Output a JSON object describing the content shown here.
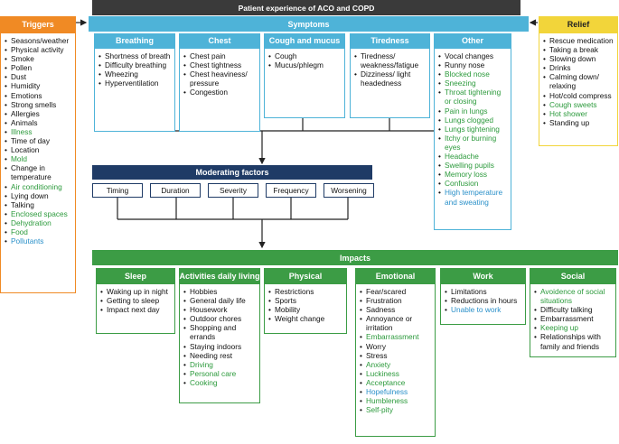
{
  "title": "Patient experience of ACO and COPD",
  "triggers": {
    "header": "Triggers",
    "items": [
      {
        "t": "Seasons/weather",
        "c": ""
      },
      {
        "t": "Physical activity",
        "c": ""
      },
      {
        "t": "Smoke",
        "c": ""
      },
      {
        "t": "Pollen",
        "c": ""
      },
      {
        "t": "Dust",
        "c": ""
      },
      {
        "t": "Humidity",
        "c": ""
      },
      {
        "t": "Emotions",
        "c": ""
      },
      {
        "t": "Strong smells",
        "c": ""
      },
      {
        "t": "Allergies",
        "c": ""
      },
      {
        "t": "Animals",
        "c": ""
      },
      {
        "t": "Illness",
        "c": "g"
      },
      {
        "t": "Time of day",
        "c": ""
      },
      {
        "t": "Location",
        "c": ""
      },
      {
        "t": "Mold",
        "c": "g"
      },
      {
        "t": "Change in temperature",
        "c": ""
      },
      {
        "t": "Air conditioning",
        "c": "g"
      },
      {
        "t": "Lying down",
        "c": ""
      },
      {
        "t": "Talking",
        "c": ""
      },
      {
        "t": "Enclosed spaces",
        "c": "g"
      },
      {
        "t": "Dehydration",
        "c": "g"
      },
      {
        "t": "Food",
        "c": "g"
      },
      {
        "t": "Pollutants",
        "c": "b"
      }
    ]
  },
  "symptoms": {
    "header": "Symptoms",
    "groups": [
      {
        "header": "Breathing",
        "items": [
          {
            "t": "Shortness of breath",
            "c": ""
          },
          {
            "t": "Difficulty breathing",
            "c": ""
          },
          {
            "t": "Wheezing",
            "c": ""
          },
          {
            "t": "Hyperventilation",
            "c": ""
          }
        ]
      },
      {
        "header": "Chest",
        "items": [
          {
            "t": "Chest pain",
            "c": ""
          },
          {
            "t": "Chest tightness",
            "c": ""
          },
          {
            "t": "Chest heaviness/ pressure",
            "c": ""
          },
          {
            "t": "Congestion",
            "c": ""
          }
        ]
      },
      {
        "header": "Cough and mucus",
        "items": [
          {
            "t": "Cough",
            "c": ""
          },
          {
            "t": "Mucus/phlegm",
            "c": ""
          }
        ]
      },
      {
        "header": "Tiredness",
        "items": [
          {
            "t": "Tiredness/ weakness/fatigue",
            "c": ""
          },
          {
            "t": "Dizziness/ light headedness",
            "c": ""
          }
        ]
      },
      {
        "header": "Other",
        "items": [
          {
            "t": "Vocal changes",
            "c": ""
          },
          {
            "t": "Runny nose",
            "c": ""
          },
          {
            "t": "Blocked nose",
            "c": "g"
          },
          {
            "t": "Sneezing",
            "c": "g"
          },
          {
            "t": "Throat tightening or closing",
            "c": "g"
          },
          {
            "t": "Pain in lungs",
            "c": "g"
          },
          {
            "t": "Lungs clogged",
            "c": "g"
          },
          {
            "t": "Lungs tightening",
            "c": "g"
          },
          {
            "t": "Itchy or burning eyes",
            "c": "g"
          },
          {
            "t": "Headache",
            "c": "g"
          },
          {
            "t": "Swelling pupils",
            "c": "g"
          },
          {
            "t": "Memory loss",
            "c": "g"
          },
          {
            "t": "Confusion",
            "c": "g"
          },
          {
            "t": "High temperature and sweating",
            "c": "b"
          }
        ]
      }
    ]
  },
  "relief": {
    "header": "Relief",
    "items": [
      {
        "t": "Rescue medication",
        "c": ""
      },
      {
        "t": "Taking a break",
        "c": ""
      },
      {
        "t": "Slowing down",
        "c": ""
      },
      {
        "t": "Drinks",
        "c": ""
      },
      {
        "t": "Calming down/ relaxing",
        "c": ""
      },
      {
        "t": "Hot/cold compress",
        "c": ""
      },
      {
        "t": "Cough sweets",
        "c": "g"
      },
      {
        "t": "Hot shower",
        "c": "g"
      },
      {
        "t": "Standing up",
        "c": ""
      }
    ]
  },
  "moderating": {
    "header": "Moderating factors",
    "items": [
      "Timing",
      "Duration",
      "Severity",
      "Frequency",
      "Worsening"
    ]
  },
  "impacts": {
    "header": "Impacts",
    "groups": [
      {
        "header": "Sleep",
        "items": [
          {
            "t": "Waking up in night",
            "c": ""
          },
          {
            "t": "Getting to sleep",
            "c": ""
          },
          {
            "t": "Impact next day",
            "c": ""
          }
        ]
      },
      {
        "header": "Activities daily living",
        "items": [
          {
            "t": "Hobbies",
            "c": ""
          },
          {
            "t": "General daily life",
            "c": ""
          },
          {
            "t": "Housework",
            "c": ""
          },
          {
            "t": "Outdoor chores",
            "c": ""
          },
          {
            "t": "Shopping and errands",
            "c": ""
          },
          {
            "t": "Staying indoors",
            "c": ""
          },
          {
            "t": "Needing rest",
            "c": ""
          },
          {
            "t": "Driving",
            "c": "g"
          },
          {
            "t": "Personal care",
            "c": "g"
          },
          {
            "t": "Cooking",
            "c": "g"
          }
        ]
      },
      {
        "header": "Physical",
        "items": [
          {
            "t": "Restrictions",
            "c": ""
          },
          {
            "t": "Sports",
            "c": ""
          },
          {
            "t": "Mobility",
            "c": ""
          },
          {
            "t": "Weight change",
            "c": ""
          }
        ]
      },
      {
        "header": "Emotional",
        "items": [
          {
            "t": "Fear/scared",
            "c": ""
          },
          {
            "t": "Frustration",
            "c": ""
          },
          {
            "t": "Sadness",
            "c": ""
          },
          {
            "t": "Annoyance or irritation",
            "c": ""
          },
          {
            "t": "Embarrassment",
            "c": "g"
          },
          {
            "t": "Worry",
            "c": ""
          },
          {
            "t": "Stress",
            "c": ""
          },
          {
            "t": "Anxiety",
            "c": "g"
          },
          {
            "t": "Luckiness",
            "c": "g"
          },
          {
            "t": "Acceptance",
            "c": "g"
          },
          {
            "t": "Hopefulness",
            "c": "b"
          },
          {
            "t": "Humbleness",
            "c": "g"
          },
          {
            "t": "Self-pity",
            "c": "g"
          }
        ]
      },
      {
        "header": "Work",
        "items": [
          {
            "t": "Limitations",
            "c": ""
          },
          {
            "t": "Reductions in hours",
            "c": ""
          },
          {
            "t": "Unable to work",
            "c": "b"
          }
        ]
      },
      {
        "header": "Social",
        "items": [
          {
            "t": "Avoidence of social situations",
            "c": "g"
          },
          {
            "t": "Difficulty talking",
            "c": ""
          },
          {
            "t": "Embarrassment",
            "c": ""
          },
          {
            "t": "Keeping up",
            "c": "g"
          },
          {
            "t": "Relationships with family and friends",
            "c": ""
          }
        ]
      }
    ]
  },
  "colors": {
    "title_bg": "#3a3a3a",
    "triggers": "#f08a24",
    "symptoms": "#4eb3d8",
    "relief": "#f2d53a",
    "moderating": "#1f3b66",
    "impacts": "#3c9c45",
    "item_green": "#2c9a3c",
    "item_blue": "#2a90c9"
  }
}
